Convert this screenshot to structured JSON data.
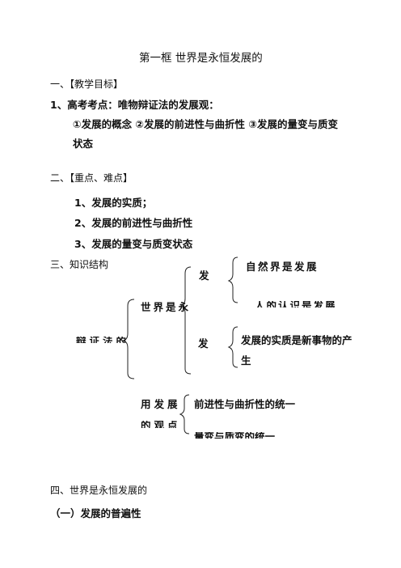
{
  "title": "第一框  世界是永恒发展的",
  "section1": {
    "heading": "一、【教学目标】",
    "exam_point": "1、高考考点：唯物辩证法的发展观：",
    "goals_line1": "①发展的概念    ②发展的前进性与曲折性    ③发展的量变与质变",
    "goals_line2": "状态"
  },
  "section2": {
    "heading": "二、【重点、难点】",
    "items": [
      "1、发展的实质；",
      "2、发展的前进性与曲折性",
      "3、发展的量变与质变状态"
    ]
  },
  "section3": {
    "heading": "三、知识结构",
    "diagram": {
      "root": "辩证法的",
      "branch1": "世界是永",
      "branch1_child1": "发展",
      "branch1_child1_leaf1": "自然界是发展",
      "branch1_child1_leaf2": "人的认识是发展",
      "branch1_child2": "发展",
      "branch1_child2_leaf_line1": "发展的实质是新事物的产",
      "branch1_child2_leaf_line2": "生",
      "branch2": "用发展",
      "branch2_line2": "的观点",
      "branch2_leaf1": "前进性与曲折性的统一",
      "branch2_leaf2": "量变与质变的统一"
    }
  },
  "section4": {
    "heading": "四、世界是永恒发展的",
    "sub_heading": "（一）发展的普遍性"
  }
}
